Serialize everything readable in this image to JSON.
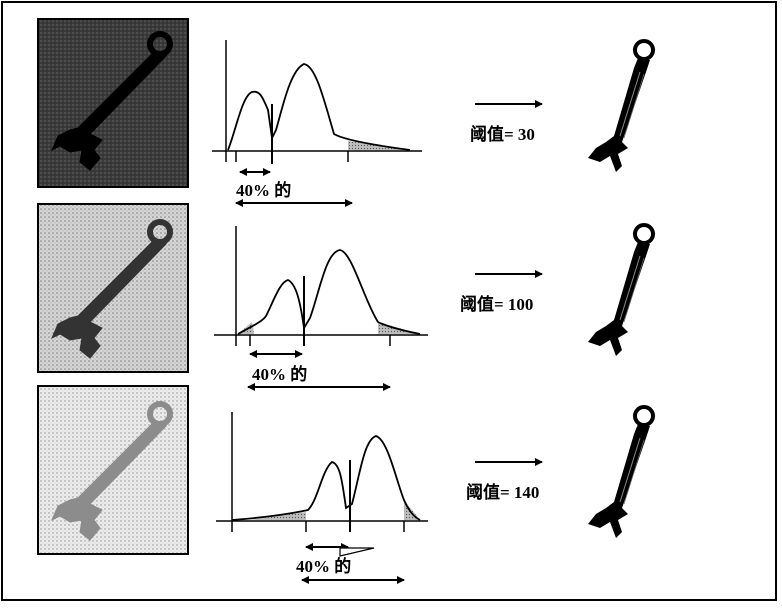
{
  "rows": [
    {
      "percent_label": "40% 的",
      "threshold_label": "阈值= 30",
      "background_tone": "dark"
    },
    {
      "percent_label": "40% 的",
      "threshold_label": "阈值= 100",
      "background_tone": "medium"
    },
    {
      "percent_label": "40% 的",
      "threshold_label": "阈值= 140",
      "background_tone": "light"
    }
  ],
  "colors": {
    "ink": "#000000",
    "paper": "#ffffff",
    "dark_bg": "#3a3a3a",
    "medium_bg": "#cfcfcf",
    "light_bg": "#e8e8e8",
    "medium_wrench": "#333333",
    "light_wrench": "#8c8c8c",
    "tail_hatch": "#9a9a9a"
  },
  "icons": [
    "wrench-icon",
    "spanner-silhouette-icon",
    "arrow-right-icon"
  ]
}
